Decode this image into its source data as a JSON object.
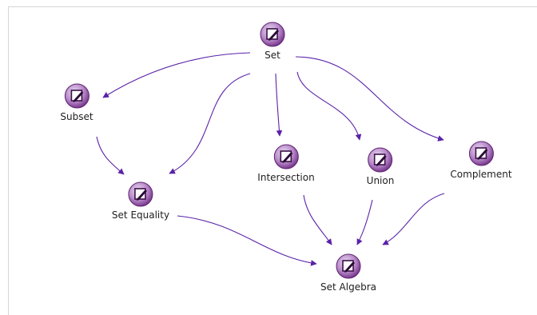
{
  "diagram": {
    "accent_color": "#5a22a8",
    "icon_color": "#7c2f8f",
    "icon_name": "edit-pencil-icon",
    "nodes": {
      "set": {
        "label": "Set"
      },
      "subset": {
        "label": "Subset"
      },
      "set_equality": {
        "label": "Set Equality"
      },
      "intersection": {
        "label": "Intersection"
      },
      "union": {
        "label": "Union"
      },
      "complement": {
        "label": "Complement"
      },
      "set_algebra": {
        "label": "Set Algebra"
      }
    },
    "edges": [
      {
        "from": "Set",
        "to": "Subset"
      },
      {
        "from": "Set",
        "to": "Set Equality"
      },
      {
        "from": "Set",
        "to": "Intersection"
      },
      {
        "from": "Set",
        "to": "Union"
      },
      {
        "from": "Set",
        "to": "Complement"
      },
      {
        "from": "Subset",
        "to": "Set Equality"
      },
      {
        "from": "Set Equality",
        "to": "Set Algebra"
      },
      {
        "from": "Intersection",
        "to": "Set Algebra"
      },
      {
        "from": "Union",
        "to": "Set Algebra"
      },
      {
        "from": "Complement",
        "to": "Set Algebra"
      }
    ]
  }
}
